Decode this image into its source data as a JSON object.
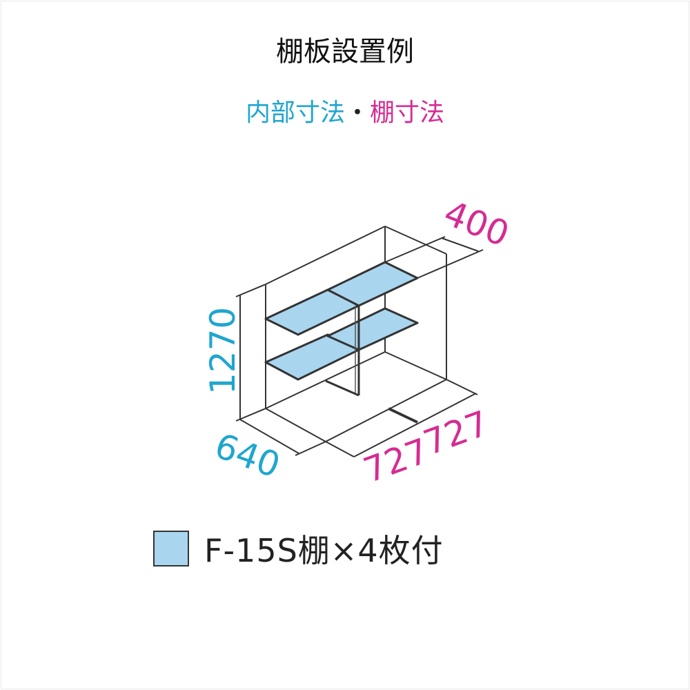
{
  "title": "棚板設置例",
  "subtitle": {
    "part1": "内部寸法",
    "separator": "・",
    "part2": "棚寸法"
  },
  "dimensions": {
    "height": "1270",
    "depth": "640",
    "width_left": "727",
    "width_right": "727",
    "shelf_depth": "400"
  },
  "legend": {
    "label": "F-15S棚×4枚付",
    "swatch_color": "#a9d5ef"
  },
  "colors": {
    "inner_dimension": "#1fa6cf",
    "shelf_dimension": "#d52c93",
    "shelf_fill": "#a9d5ef"
  }
}
